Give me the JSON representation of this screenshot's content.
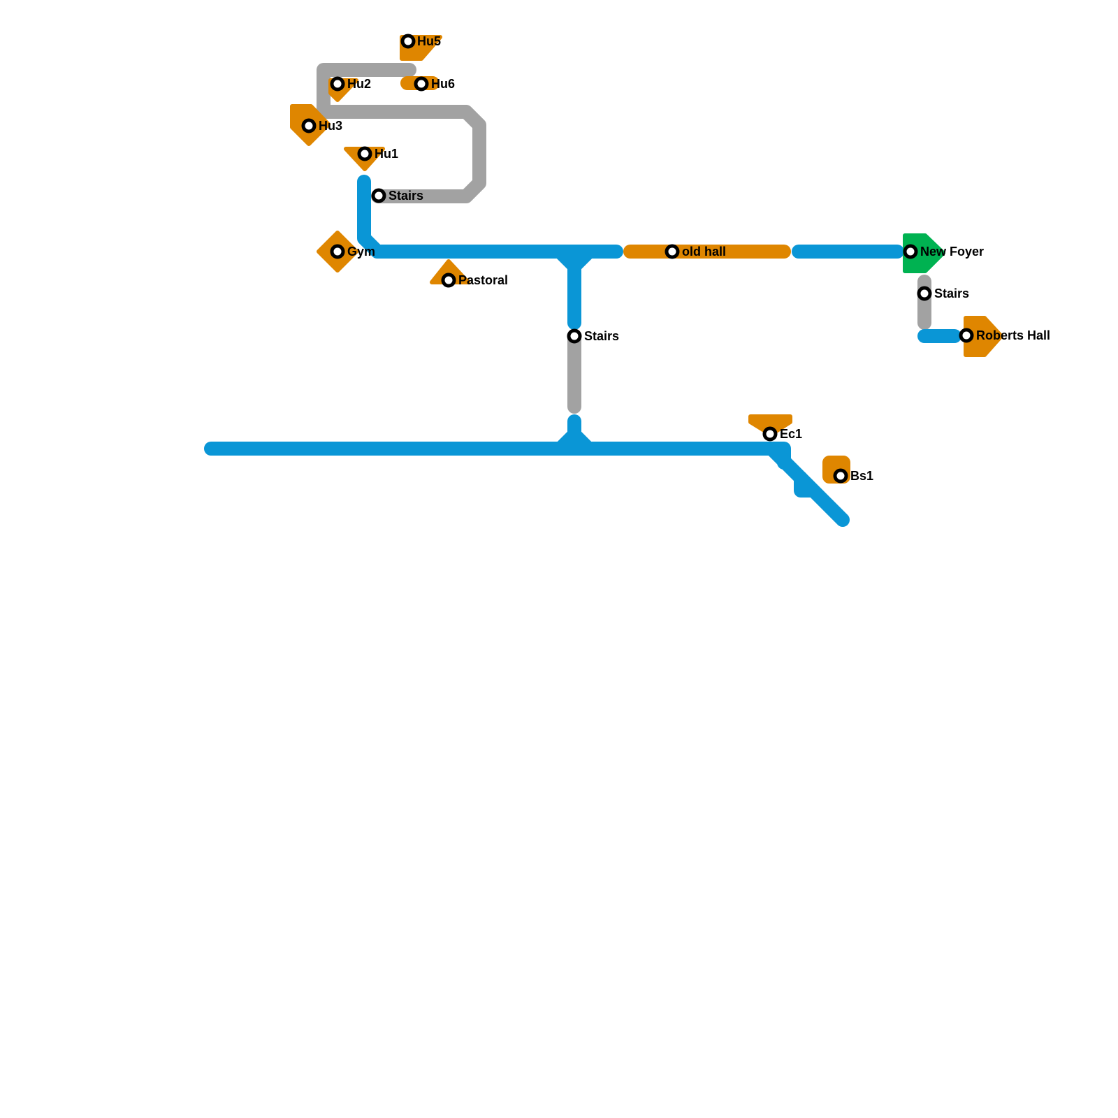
{
  "colors": {
    "corridor": "#0a96d6",
    "stairs": "#a2a2a2",
    "room": "#df8600",
    "foyer": "#00b251",
    "background": "#ffffff"
  },
  "lines": [
    {
      "name": "corridor",
      "color_key": "corridor"
    },
    {
      "name": "stairs",
      "color_key": "stairs"
    },
    {
      "name": "rooms",
      "color_key": "room"
    },
    {
      "name": "foyer",
      "color_key": "foyer"
    }
  ],
  "stations": [
    {
      "id": "hu5",
      "label": "Hu5",
      "type": "room"
    },
    {
      "id": "hu2",
      "label": "Hu2",
      "type": "room"
    },
    {
      "id": "hu6",
      "label": "Hu6",
      "type": "room"
    },
    {
      "id": "hu3",
      "label": "Hu3",
      "type": "room"
    },
    {
      "id": "hu1",
      "label": "Hu1",
      "type": "room"
    },
    {
      "id": "stairs-upper",
      "label": "Stairs",
      "type": "stairs"
    },
    {
      "id": "gym",
      "label": "Gym",
      "type": "room"
    },
    {
      "id": "pastoral",
      "label": "Pastoral",
      "type": "room"
    },
    {
      "id": "stairs-mid",
      "label": "Stairs",
      "type": "stairs"
    },
    {
      "id": "old-hall",
      "label": "old hall",
      "type": "room"
    },
    {
      "id": "new-foyer",
      "label": "New Foyer",
      "type": "foyer"
    },
    {
      "id": "stairs-right",
      "label": "Stairs",
      "type": "stairs"
    },
    {
      "id": "roberts-hall",
      "label": "Roberts Hall",
      "type": "room"
    },
    {
      "id": "ec1",
      "label": "Ec1",
      "type": "room"
    },
    {
      "id": "bs1",
      "label": "Bs1",
      "type": "room"
    }
  ]
}
